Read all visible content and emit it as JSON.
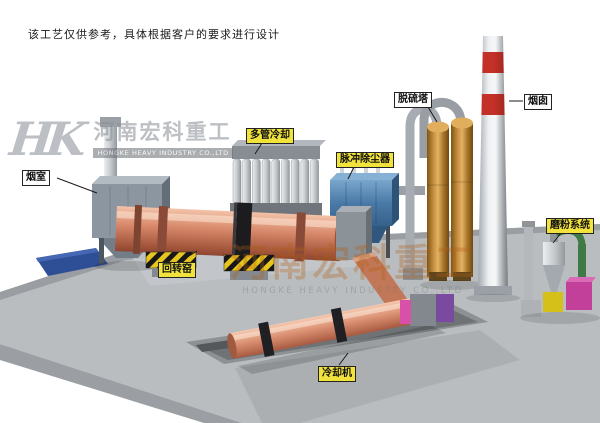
{
  "note": "该工艺仅供参考，具体根据客户的要求进行设计",
  "watermark": {
    "logo_initials": "HK",
    "company_cn": "河南宏科重工",
    "company_en": "HONGKE HEAVY INDUSTRY CO.,LTD",
    "center_company_cn": "河南宏科重工",
    "center_company_en": "HONGKE HEAVY INDUSTRY CO.,LTD"
  },
  "equipment_labels": [
    {
      "id": "smoke-chamber",
      "text": "烟室",
      "bg": "#fefefe"
    },
    {
      "id": "multi-tube-cooler",
      "text": "多管冷却",
      "bg": "#f2e23c"
    },
    {
      "id": "pulse-dust-collector",
      "text": "脉冲除尘器",
      "bg": "#f2e23c"
    },
    {
      "id": "desulfurization-tower",
      "text": "脱硫塔",
      "bg": "#fefefe"
    },
    {
      "id": "chimney",
      "text": "烟囱",
      "bg": "#fefefe"
    },
    {
      "id": "rotary-kiln",
      "text": "回转窑",
      "bg": "#f2e23c"
    },
    {
      "id": "grinding-system",
      "text": "磨粉系统",
      "bg": "#f2e23c"
    },
    {
      "id": "cooling-machine",
      "text": "冷却机",
      "bg": "#f2e23c"
    }
  ],
  "colors": {
    "kiln_body": "#d4846a",
    "dust_collector": "#4a7aa8",
    "desulfurization_tower": "#c08030",
    "chimney_band_red": "#c23028",
    "label_yellow": "#f2e23c",
    "platform_gray": "#b9bdc0",
    "hazard_yellow": "#e6c51e"
  }
}
